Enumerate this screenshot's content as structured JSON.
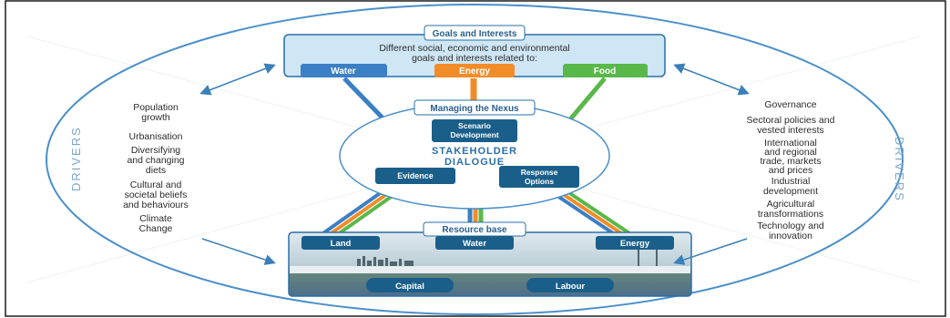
{
  "colors": {
    "water": "#3b7fc4",
    "energy": "#f28c28",
    "food": "#59b84a",
    "box_dark": "#1a5f8a",
    "panel_light": "#cfe6f5",
    "panel_border": "#2a6fa8",
    "ellipse_stroke": "#4a8fc9",
    "text_dark": "#2b2b2b",
    "drivers_text": "#7aa7cf"
  },
  "goals": {
    "title": "Goals and Interests",
    "description_line1": "Different social, economic and environmental",
    "description_line2": "goals and interests related to:",
    "items": [
      "Water",
      "Energy",
      "Food"
    ]
  },
  "nexus": {
    "title": "Managing the Nexus",
    "scenario_line1": "Scenario",
    "scenario_line2": "Development",
    "stakeholder_line1": "STAKEHOLDER",
    "stakeholder_line2": "DIALOGUE",
    "evidence": "Evidence",
    "response_line1": "Response",
    "response_line2": "Options"
  },
  "resource": {
    "title": "Resource base",
    "top_items": [
      "Land",
      "Water",
      "Energy"
    ],
    "bottom_items": [
      "Capital",
      "Labour"
    ]
  },
  "drivers_label": "DRIVERS",
  "left_drivers": [
    [
      "Population",
      "growth"
    ],
    [
      "Urbanisation"
    ],
    [
      "Diversifying",
      "and changing",
      "diets"
    ],
    [
      "Cultural and",
      "societal beliefs",
      "and behaviours"
    ],
    [
      "Climate",
      "Change"
    ]
  ],
  "right_drivers": [
    [
      "Governance"
    ],
    [
      "Sectoral policies and",
      "vested interests"
    ],
    [
      "International",
      "and regional",
      "trade, markets",
      "and prices"
    ],
    [
      "Industrial",
      "development"
    ],
    [
      "Agricultural",
      "transformations"
    ],
    [
      "Technology and",
      "innovation"
    ]
  ]
}
